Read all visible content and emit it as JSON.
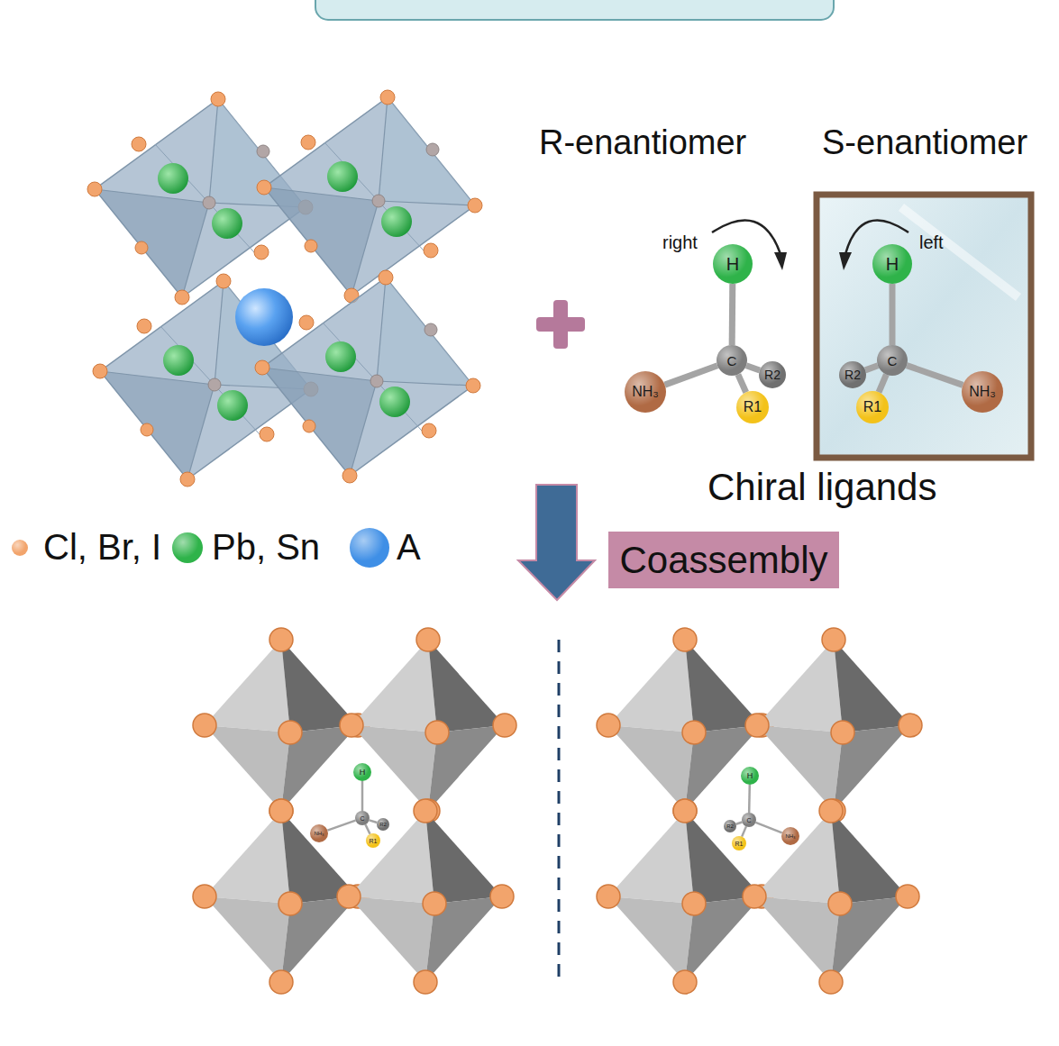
{
  "diagram": {
    "nodes": [
      {
        "text": [
          "H"
        ]
      },
      {
        "text": [
          "C"
        ]
      },
      {
        "text": [
          "NH₃"
        ]
      },
      {
        "text": [
          "R2"
        ]
      },
      {
        "text": [
          "R1"
        ]
      },
      {
        "text": [
          "H"
        ]
      },
      {
        "text": [
          "C"
        ]
      },
      {
        "text": [
          "R2"
        ]
      },
      {
        "text": [
          "NH₃"
        ]
      },
      {
        "text": [
          "R1"
        ]
      },
      {
        "text": [
          "Coassembly"
        ]
      },
      {
        "text": [
          "H"
        ]
      },
      {
        "text": [
          "C"
        ]
      },
      {
        "text": [
          "NH₃"
        ]
      },
      {
        "text": [
          "R2"
        ]
      },
      {
        "text": [
          "R1"
        ]
      },
      {
        "text": [
          "H"
        ]
      },
      {
        "text": [
          "C"
        ]
      },
      {
        "text": [
          "R2"
        ]
      },
      {
        "text": [
          "R1"
        ]
      },
      {
        "text": [
          "NH₃"
        ]
      }
    ],
    "edges": [
      {
        "from": 1,
        "to": 0,
        "arrow": "none"
      },
      {
        "from": 1,
        "to": 2,
        "arrow": "none"
      },
      {
        "from": 1,
        "to": 3,
        "arrow": "none"
      },
      {
        "from": 1,
        "to": 4,
        "arrow": "none"
      },
      {
        "from": 6,
        "to": 5,
        "arrow": "none"
      },
      {
        "from": 6,
        "to": 7,
        "arrow": "none"
      },
      {
        "from": 6,
        "to": 8,
        "arrow": "none"
      },
      {
        "from": 6,
        "to": 9,
        "arrow": "none"
      },
      {
        "from": 12,
        "to": 11,
        "arrow": "none"
      },
      {
        "from": 12,
        "to": 13,
        "arrow": "none"
      },
      {
        "from": 12,
        "to": 14,
        "arrow": "none"
      },
      {
        "from": 12,
        "to": 15,
        "arrow": "none"
      },
      {
        "from": 17,
        "to": 16,
        "arrow": "none"
      },
      {
        "from": 17,
        "to": 18,
        "arrow": "none"
      },
      {
        "from": 17,
        "to": 19,
        "arrow": "none"
      },
      {
        "from": 17,
        "to": 20,
        "arrow": "none"
      }
    ],
    "labels": [
      "R-enantiomer",
      "S-enantiomer",
      "right",
      "left",
      "Chiral ligands"
    ],
    "legend": [
      {
        "text": "Cl, Br, I",
        "color": "#f2a46c"
      },
      {
        "text": "Pb, Sn",
        "color": "#2fb34a"
      },
      {
        "text": "A",
        "color": "#3f8fe6"
      }
    ]
  }
}
